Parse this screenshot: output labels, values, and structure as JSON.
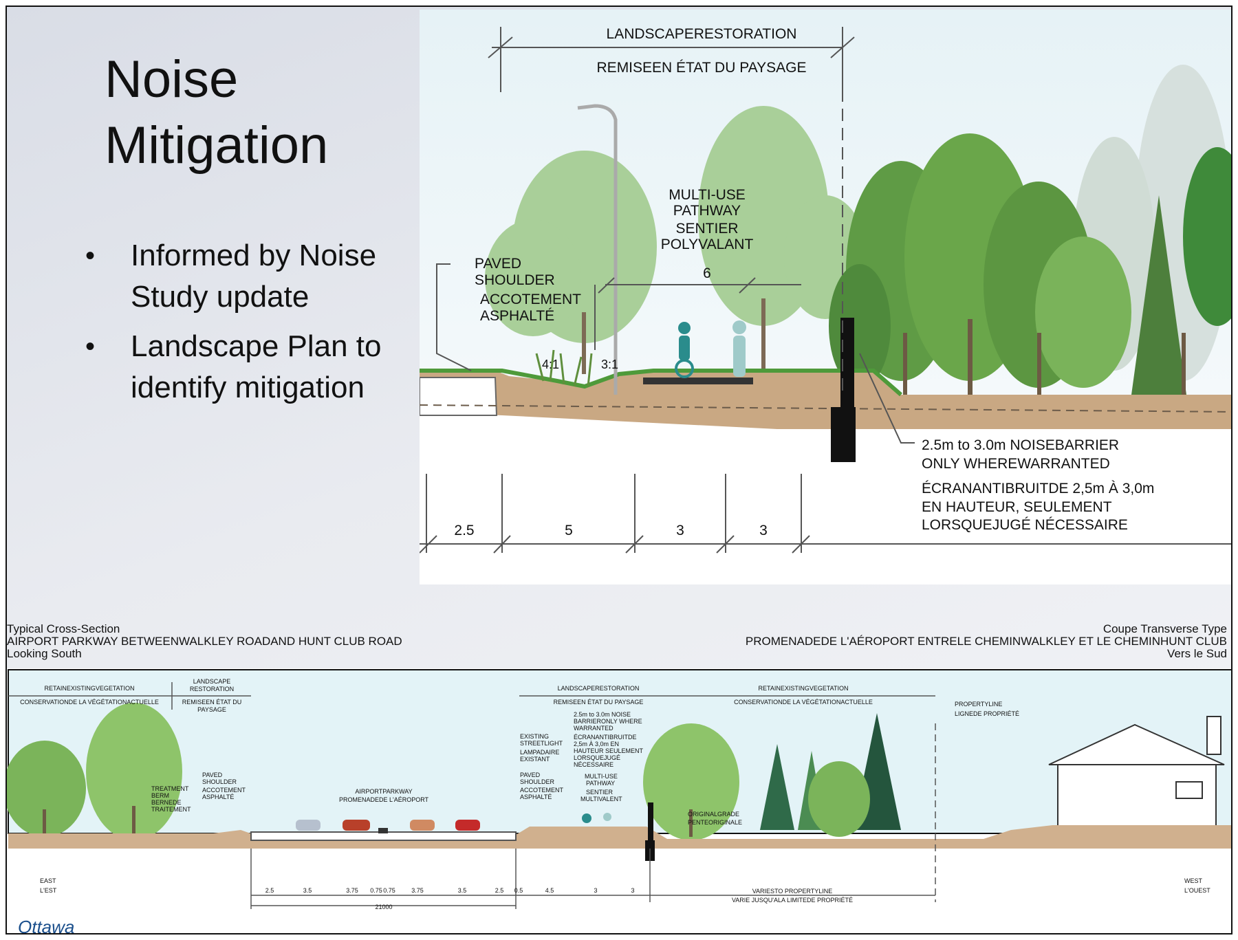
{
  "title": "Noise Mitigation",
  "bullets": [
    "Informed by Noise Study update",
    "Landscape Plan to identify mitigation"
  ],
  "top_diagram": {
    "landscape_en": "LANDSCAPERESTORATION",
    "landscape_fr": "REMISEEN ÉTAT DU PAYSAGE",
    "muppath_en_1": "MULTI-USE",
    "muppath_en_2": "PATHWAY",
    "muppath_fr_1": "SENTIER",
    "muppath_fr_2": "POLYVALANT",
    "muppath_width": "6",
    "paved_en_1": "PAVED",
    "paved_en_2": "SHOULDER",
    "paved_fr_1": "ACCOTEMENT",
    "paved_fr_2": "ASPHALTÉ",
    "slope_left": "4:1",
    "slope_right": "3:1",
    "barrier_en_1": "2.5m to 3.0m NOISEBARRIER",
    "barrier_en_2": "ONLY WHEREWARRANTED",
    "barrier_fr_1": "ÉCRANANTIBRUITDE 2,5m À 3,0m",
    "barrier_fr_2": "EN HAUTEUR, SEULEMENT",
    "barrier_fr_3": "LORSQUEJUGÉ NÉCESSAIRE",
    "dims": [
      "2.5",
      "5",
      "3",
      "3"
    ]
  },
  "section_header": {
    "left_1": "Typical  Cross-Section",
    "left_2": "AIRPORT PARKWAY BETWEENWALKLEY ROADAND HUNT CLUB ROAD",
    "left_3": "Looking  South",
    "right_1": "Coupe  Transverse  Type",
    "right_2": "PROMENADEDE L'AÉROPORT ENTRELE CHEMINWALKLEY ET LE CHEMINHUNT CLUB",
    "right_3": "Vers  le Sud"
  },
  "bottom_diagram": {
    "retain_en": "RETAINEXISTINGVEGETATION",
    "retain_fr": "CONSERVATIONDE LA VÉGÉTATIONACTUELLE",
    "landscape_en_1": "LANDSCAPE",
    "landscape_en_2": "RESTORATION",
    "landscape_fr_1": "REMISEEN ÉTAT DU",
    "landscape_fr_2": "PAYSAGE",
    "landscape_mid_en": "LANDSCAPERESTORATION",
    "landscape_mid_fr": "REMISEEN ÉTAT DU PAYSAGE",
    "retain_right_en": "RETAINEXISTINGVEGETATION",
    "retain_right_fr": "CONSERVATIONDE LA VÉGÉTATIONACTUELLE",
    "property_en": "PROPERTYLINE",
    "property_fr": "LIGNEDE PROPRIÉTÉ",
    "treatment_1": "TREATMENT",
    "treatment_2": "BERM",
    "treatment_3": "BERNEDE",
    "treatment_4": "TRAITEMENT",
    "paved_left_1": "PAVED",
    "paved_left_2": "SHOULDER",
    "paved_left_3": "ACCOTEMENT",
    "paved_left_4": "ASPHALTÉ",
    "parkway_en": "AIRPORTPARKWAY",
    "parkway_fr": "PROMENADEDE L'AÉROPORT",
    "streetlight_1": "EXISTING",
    "streetlight_2": "STREETLIGHT",
    "streetlight_3": "LAMPADAIRE",
    "streetlight_4": "EXISTANT",
    "paved_right_1": "PAVED",
    "paved_right_2": "SHOULDER",
    "paved_right_3": "ACCOTEMENT",
    "paved_right_4": "ASPHALTÉ",
    "barrier_1": "2.5m to 3.0m NOISE",
    "barrier_2": "BARRIERONLY WHERE",
    "barrier_3": "WARRANTED",
    "barrier_4": "ÉCRANANTIBRUITDE",
    "barrier_5": "2,5m À 3,0m EN",
    "barrier_6": "HAUTEUR SEULEMENT",
    "barrier_7": "LORSQUEJUGÉ",
    "barrier_8": "NÉCESSAIRE",
    "mup_1": "MULTI-USE",
    "mup_2": "PATHWAY",
    "mup_3": "SENTIER",
    "mup_4": "MULTIVALENT",
    "original_en": "ORIGINALGRADE",
    "original_fr": "PENTEORIGINALE",
    "east_en": "EAST",
    "east_fr": "L'EST",
    "west_en": "WEST",
    "west_fr": "L'OUEST",
    "varies_en": "VARIESTO PROPERTYLINE",
    "varies_fr": "VARIE JUSQU'ALA LIMITEDE PROPRIÉTÉ",
    "dims": [
      "2.5",
      "3.5",
      "3.75",
      "0.75",
      "0.75",
      "3.75",
      "3.5",
      "2.5",
      "0.5",
      "4.5",
      "3",
      "3"
    ],
    "total": "21000",
    "logo": "Ottawa"
  }
}
